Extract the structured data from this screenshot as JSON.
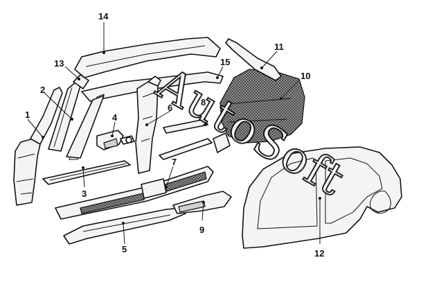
{
  "watermark": {
    "text": "AutoSoft"
  },
  "callouts": {
    "c1": "1",
    "c2": "2",
    "c3": "3",
    "c4": "4",
    "c5": "5",
    "c6": "6",
    "c7": "7",
    "c8": "8",
    "c9": "9",
    "c10": "10",
    "c11": "11",
    "c12": "12",
    "c13": "13",
    "c14": "14",
    "c15": "15"
  }
}
